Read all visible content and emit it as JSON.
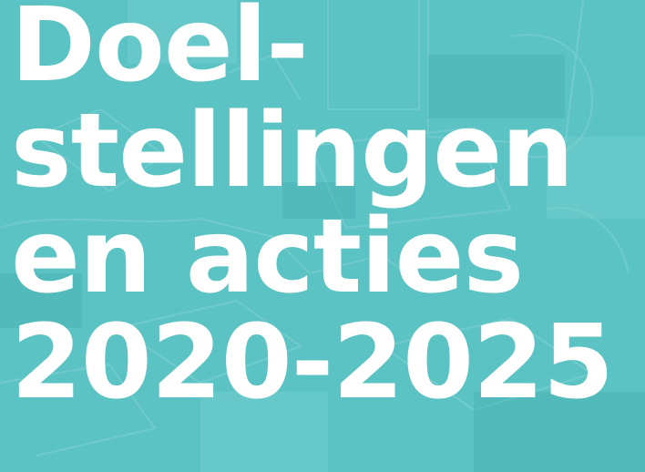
{
  "cover": {
    "title_lines": [
      "Doel-",
      "stellingen",
      "en acties",
      "2020-2025"
    ],
    "colors": {
      "background": "#5cc3c4",
      "illustration_light": "#7fd3d2",
      "illustration_dark": "#3fa9ab",
      "title_text": "#ffffff"
    },
    "background_illustration": "office-scene-illustration"
  }
}
